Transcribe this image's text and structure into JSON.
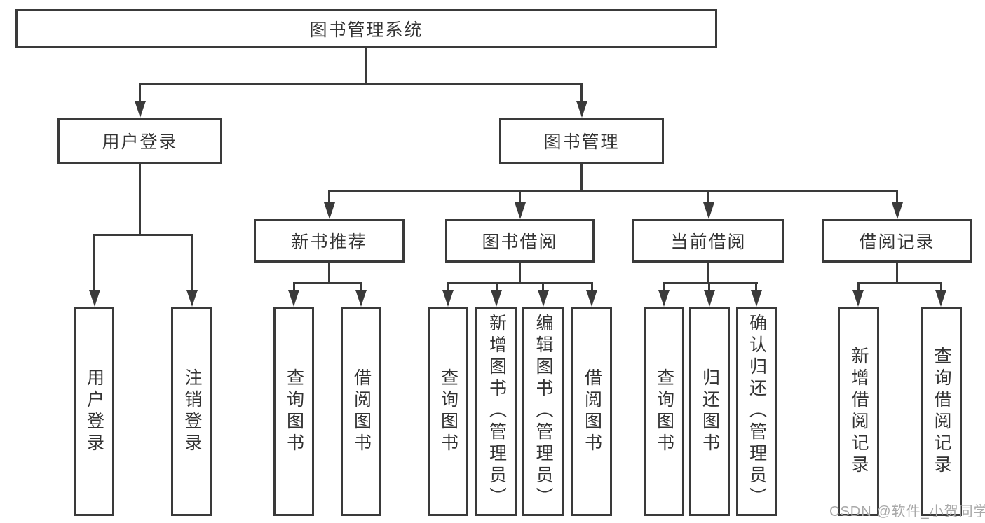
{
  "tree": {
    "label": "图书管理系统",
    "children": [
      {
        "label": "用户登录",
        "children": [
          {
            "label": "用户登录"
          },
          {
            "label": "注销登录"
          }
        ]
      },
      {
        "label": "图书管理",
        "children": [
          {
            "label": "新书推荐",
            "children": [
              {
                "label": "查询图书"
              },
              {
                "label": "借阅图书"
              }
            ]
          },
          {
            "label": "图书借阅",
            "children": [
              {
                "label": "查询图书"
              },
              {
                "label": "新增图书（管理员）"
              },
              {
                "label": "编辑图书（管理员）"
              },
              {
                "label": "借阅图书"
              }
            ]
          },
          {
            "label": "当前借阅",
            "children": [
              {
                "label": "查询图书"
              },
              {
                "label": "归还图书"
              },
              {
                "label": "确认归还（管理员）"
              }
            ]
          },
          {
            "label": "借阅记录",
            "children": [
              {
                "label": "新增借阅记录"
              },
              {
                "label": "查询借阅记录"
              }
            ]
          }
        ]
      }
    ]
  },
  "watermark": {
    "text": "CSDN @软件_小贺同学"
  },
  "colors": {
    "line": "#3a3a3a",
    "text": "#333333",
    "watermark": "#a9a9a9",
    "background": "#ffffff"
  }
}
